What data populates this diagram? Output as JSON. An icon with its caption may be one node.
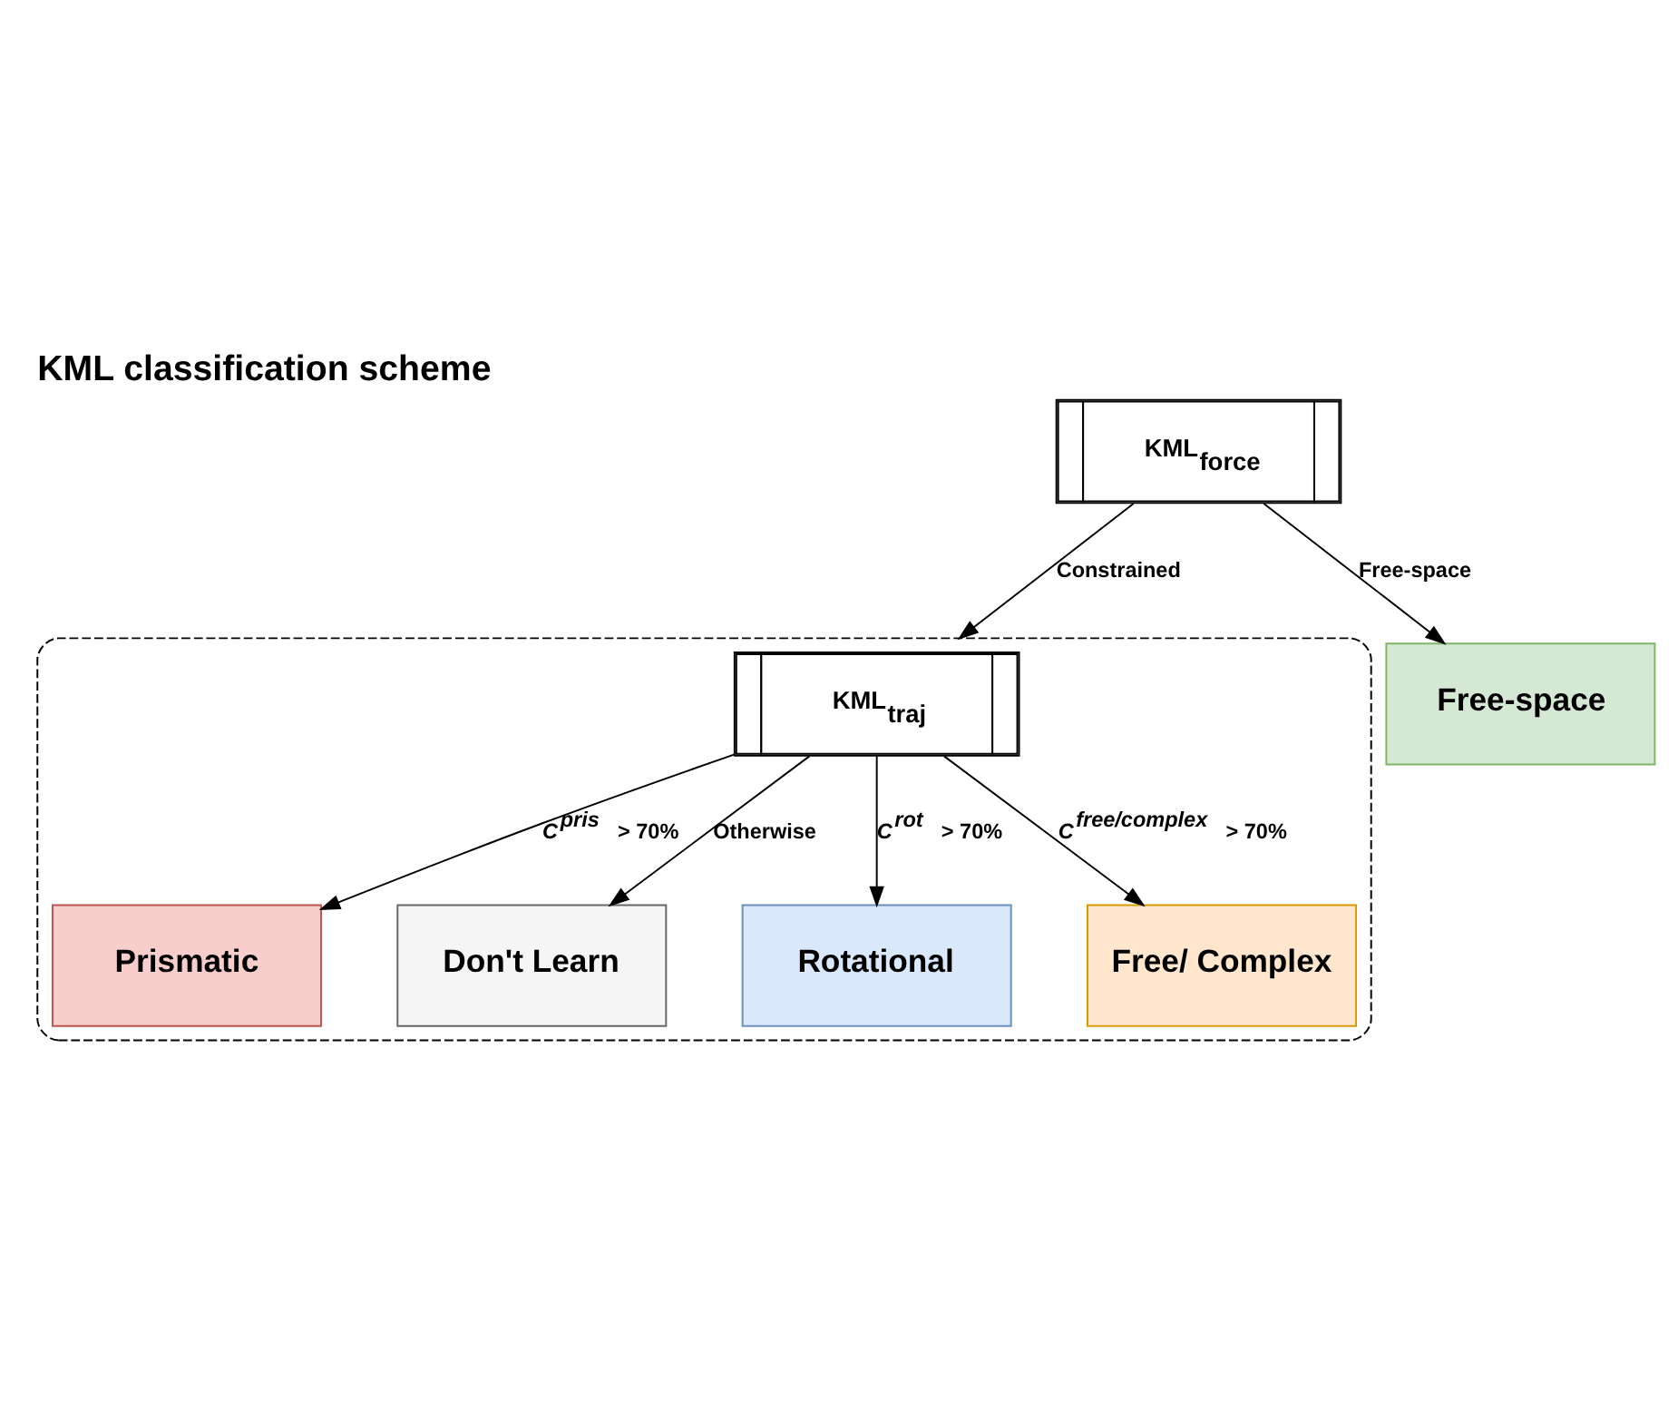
{
  "diagram": {
    "title": "KML classification scheme",
    "nodes": [
      {
        "text": [
          "KML$_{force}$"
        ]
      },
      {
        "text": [],
        "shape": "box"
      },
      {
        "text": [
          "KML$_{traj}$"
        ],
        "in": 1
      },
      {
        "text": [
          "Free-space"
        ]
      },
      {
        "text": [
          "Prismatic"
        ],
        "in": 1
      },
      {
        "text": [
          "Don't Learn"
        ],
        "in": 1
      },
      {
        "text": [
          "Rotational"
        ],
        "in": 1
      },
      {
        "text": [
          "Free/ Complex"
        ],
        "in": 1
      }
    ],
    "edges": [
      {
        "from": 0,
        "to": 1,
        "arrow": "to",
        "label": "Constrained"
      },
      {
        "from": 0,
        "to": 3,
        "arrow": "to",
        "label": "Free-space"
      },
      {
        "from": 2,
        "to": 4,
        "arrow": "to",
        "label": "*C*$^{pris}$ > 70%"
      },
      {
        "from": 2,
        "to": 6,
        "arrow": "to",
        "label": "*C*$^{rot}$ > 70%"
      },
      {
        "from": 2,
        "to": 7,
        "arrow": "to",
        "label": "*C*$^{free/complex}$ > 70%"
      },
      {
        "from": 2,
        "to": 5,
        "arrow": "to",
        "label": "Otherwise"
      }
    ]
  }
}
